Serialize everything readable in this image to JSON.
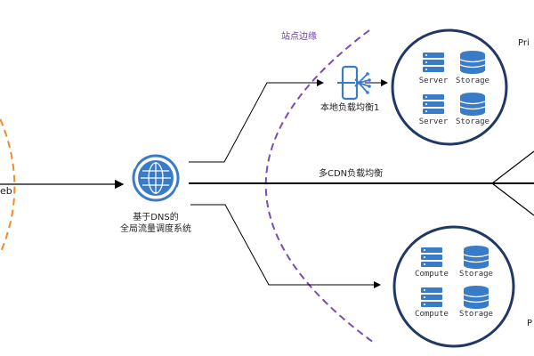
{
  "labels": {
    "web_left": "eb",
    "site_edge": "站点边缘",
    "local_lb": "本地负载均衡1",
    "dns_line1": "基于DNS的",
    "dns_line2": "全局流量调度系统",
    "multi_cdn": "多CDN负载均衡",
    "right_top_partial": "Pri",
    "right_bottom_partial": "P"
  },
  "top_cluster": {
    "items": [
      {
        "icon": "server-icon",
        "label": "Server"
      },
      {
        "icon": "storage-icon",
        "label": "Storage"
      },
      {
        "icon": "server-icon",
        "label": "Server"
      },
      {
        "icon": "storage-icon",
        "label": "Storage"
      }
    ]
  },
  "bottom_cluster": {
    "items": [
      {
        "icon": "compute-icon",
        "label": "Compute"
      },
      {
        "icon": "storage-icon",
        "label": "Storage"
      },
      {
        "icon": "compute-icon",
        "label": "Compute"
      },
      {
        "icon": "storage-icon",
        "label": "Storage"
      }
    ]
  },
  "colors": {
    "blue": "#3a7bc8",
    "navy": "#1f3864",
    "orange": "#f08a2c",
    "purple": "#7b4bb7"
  }
}
